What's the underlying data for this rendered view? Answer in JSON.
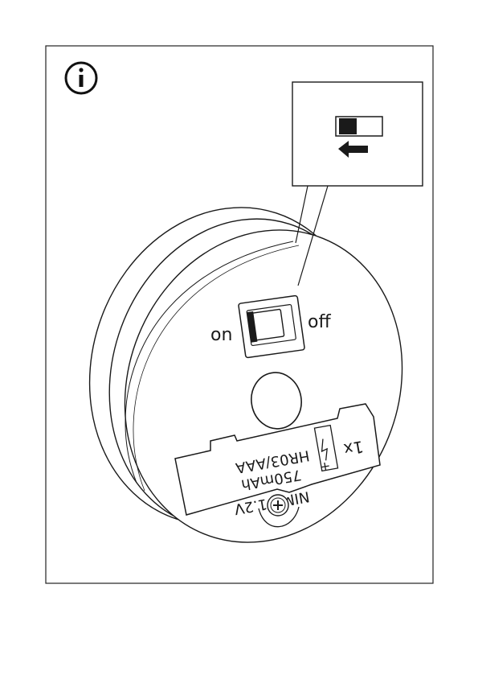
{
  "info_icon": {
    "icon": "info-icon"
  },
  "switch_labels": {
    "on": "on",
    "off": "off"
  },
  "battery_label": {
    "count": "1x",
    "type": "NIMH 1.2V",
    "capacity": "750mAh",
    "size": "HR03/AAA",
    "polarity_plus": "+"
  },
  "callout": {
    "icon": "slide-switch-icon",
    "arrow_icon": "arrow-left-icon"
  },
  "screw": {
    "icon": "screw-icon"
  }
}
